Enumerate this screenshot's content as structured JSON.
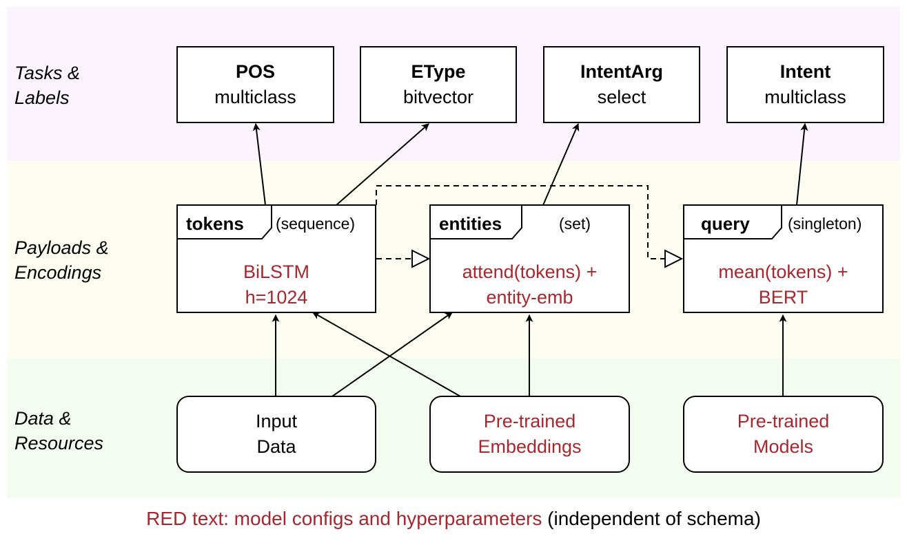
{
  "rows": [
    {
      "label": "Tasks &\nLabels"
    },
    {
      "label": "Payloads &\nEncodings"
    },
    {
      "label": "Data &\nResources"
    }
  ],
  "tasks": [
    {
      "name": "POS",
      "type": "multiclass"
    },
    {
      "name": "EType",
      "type": "bitvector"
    },
    {
      "name": "IntentArg",
      "type": "select"
    },
    {
      "name": "Intent",
      "type": "multiclass"
    }
  ],
  "payloads": [
    {
      "name": "tokens",
      "kind": "(sequence)",
      "encoder_line1": "BiLSTM",
      "encoder_line2": "h=1024"
    },
    {
      "name": "entities",
      "kind": "(set)",
      "encoder_line1": "attend(tokens) +",
      "encoder_line2": "entity-emb"
    },
    {
      "name": "query",
      "kind": "(singleton)",
      "encoder_line1": "mean(tokens) +",
      "encoder_line2": "BERT"
    }
  ],
  "resources": [
    {
      "line1": "Input",
      "line2": "Data"
    },
    {
      "line1": "Pre-trained",
      "line2": "Embeddings"
    },
    {
      "line1": "Pre-trained",
      "line2": "Models"
    }
  ],
  "caption": {
    "red_part": "RED text: model configs and hyperparameters",
    "black_part": " (independent of schema)"
  },
  "colors": {
    "config_text": "#a8262c",
    "tasks_band": "#fbf3fd",
    "payloads_band": "#fdfdf2",
    "data_band": "#f4fbf0"
  }
}
